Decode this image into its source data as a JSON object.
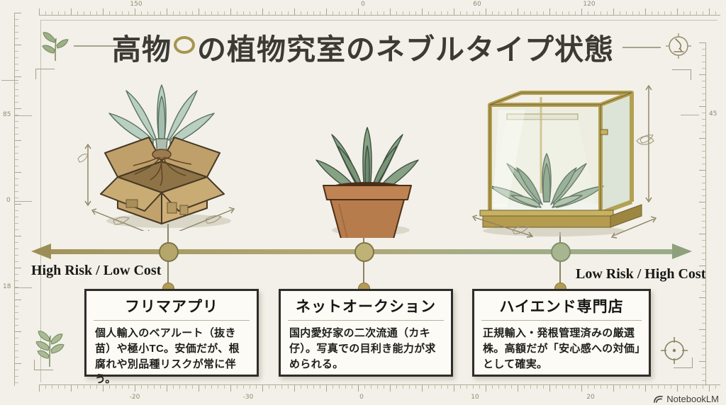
{
  "title": {
    "prefix": "高物",
    "suffix": "の植物究室のネブルタイプ状態"
  },
  "axis": {
    "left_label": "High Risk / Low Cost",
    "right_label": "Low Risk / High Cost",
    "left_color": "#a2945c",
    "right_color": "#9aab88"
  },
  "cards": [
    {
      "title": "フリマアプリ",
      "body": "個人輸入のベアルート（抜き苗）や極小TC。安価だが、根腐れや別品種リスクが常に伴う。"
    },
    {
      "title": "ネットオークション",
      "body": "国内愛好家の二次流通（カキ仔）。写真での目利き能力が求められる。"
    },
    {
      "title": "ハイエンド専門店",
      "body": "正規輸入・発根管理済みの厳選株。高額だが「安心感への対価」として確実。"
    }
  ],
  "illustrations": [
    {
      "name": "bare-root-agave-in-cardboard-box"
    },
    {
      "name": "agave-in-terracotta-pot"
    },
    {
      "name": "agave-in-glass-display-case"
    }
  ],
  "rulers": {
    "top": [
      "150",
      "0",
      "60",
      "120"
    ],
    "bottom": [
      "-20",
      "-30",
      "0",
      "10",
      "20"
    ],
    "left": [
      "85",
      "0",
      "18"
    ],
    "right": [
      "45"
    ]
  },
  "footer": {
    "brand": "NotebookLM"
  }
}
